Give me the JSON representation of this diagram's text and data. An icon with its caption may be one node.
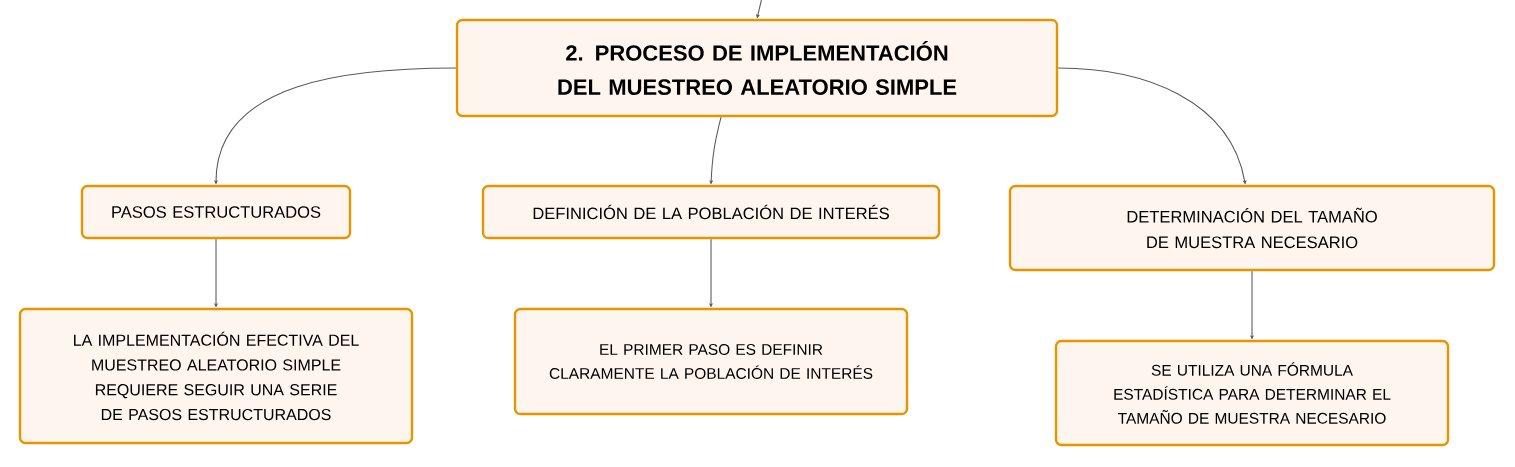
{
  "diagram": {
    "nodes": [
      {
        "text": [
          "2. PROCESO DE IMPLEMENTACIÓN DEL MUESTREO ALEATORIO SIMPLE"
        ]
      },
      {
        "text": [
          "PASOS ESTRUCTURADOS"
        ]
      },
      {
        "text": [
          "DEFINICIÓN DE LA POBLACIÓN DE INTERÉS"
        ]
      },
      {
        "text": [
          "DETERMINACIÓN DEL TAMAÑO DE MUESTRA NECESARIO"
        ]
      },
      {
        "text": [
          "LA IMPLEMENTACIÓN EFECTIVA DEL MUESTREO ALEATORIO SIMPLE REQUIERE SEGUIR UNA SERIE DE PASOS ESTRUCTURADOS"
        ]
      },
      {
        "text": [
          "EL PRIMER PASO ES DEFINIR CLARAMENTE LA POBLACIÓN DE INTERÉS"
        ]
      },
      {
        "text": [
          "SE UTILIZA UNA FÓRMULA ESTADÍSTICA PARA DETERMINAR EL TAMAÑO DE MUESTRA NECESARIO"
        ]
      }
    ],
    "edges": [
      {
        "from": null,
        "to": 0,
        "arrow": "to"
      },
      {
        "from": 0,
        "to": 1,
        "arrow": "to"
      },
      {
        "from": 0,
        "to": 2,
        "arrow": "to"
      },
      {
        "from": 0,
        "to": 3,
        "arrow": "to"
      },
      {
        "from": 1,
        "to": 4,
        "arrow": "to"
      },
      {
        "from": 2,
        "to": 5,
        "arrow": "to"
      },
      {
        "from": 3,
        "to": 6,
        "arrow": "to"
      }
    ]
  }
}
